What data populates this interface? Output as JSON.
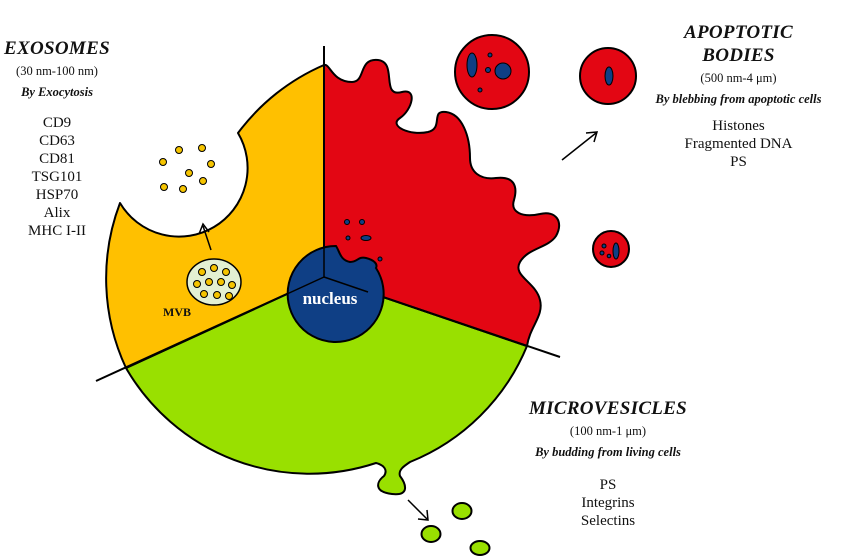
{
  "colors": {
    "exosome_region": "#FFC000",
    "apoptotic_region": "#E30613",
    "microvesicle_region": "#99E000",
    "nucleus": "#0F3F85",
    "mvb": "#E3F0D2",
    "vesicle": "#F5C400",
    "outline": "#000000"
  },
  "exosomes": {
    "title": "EXOSOMES",
    "size": "(30 nm-100 nm)",
    "mechanism": "By Exocytosis",
    "markers": [
      "CD9",
      "CD63",
      "CD81",
      "TSG101",
      "HSP70",
      "Alix",
      "MHC I-II"
    ]
  },
  "apoptotic": {
    "title_line1": "APOPTOTIC",
    "title_line2": "BODIES",
    "size": "(500 nm-4 μm)",
    "mechanism": "By blebbing from apoptotic cells",
    "markers": [
      "Histones",
      "Fragmented DNA",
      "PS"
    ]
  },
  "microvesicles": {
    "title": "MICROVESICLES",
    "size": "(100 nm-1 μm)",
    "mechanism": "By budding from living cells",
    "markers": [
      "PS",
      "Integrins",
      "Selectins"
    ]
  },
  "cell": {
    "nucleus_label": "nucleus",
    "mvb_label": "MVB"
  }
}
